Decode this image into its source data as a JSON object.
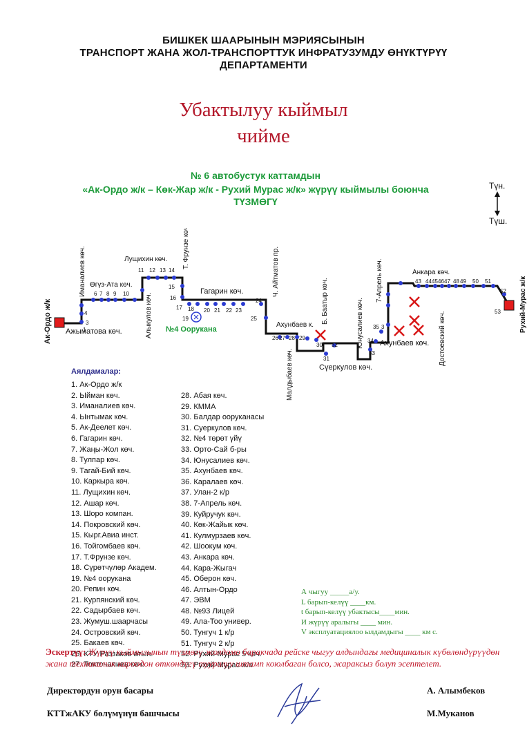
{
  "header": {
    "line1": "БИШКЕК ШААРЫНЫН  МЭРИЯСЫНЫН",
    "line2": "ТРАНСПОРТ ЖАНА ЖОЛ-ТРАНСПОРТТУК ИНФРАТУЗУМДУ ӨНҮКТҮРҮҮ",
    "line3": "ДЕПАРТАМЕНТИ"
  },
  "title": {
    "line1": "Убактылуу кыймыл",
    "line2": "чийме"
  },
  "subtitle": {
    "line1": "№ 6  автобустук каттамдын",
    "line2": "«Ак-Ордо ж/к – Көк-Жар ж/к - Рухий Мурас ж/к» жүрүү кыймылы боюнча",
    "line3": "ТҮЗМӨГҮ"
  },
  "compass": {
    "north": "Түн.",
    "south": "Түш."
  },
  "map": {
    "labels": {
      "ak_ordo": "Ак-Ордо ж/к",
      "ajymatova": "Ажыматова көч.",
      "imanaliev": "Иманалиев көч.",
      "oguz_ata": "Өгүз-Ата көч.",
      "alykulov": "Алыкулов көч.",
      "lushikhin": "Лущихин көч.",
      "frunze": "Т. Фрунзе көч.",
      "gagarin": "Гагарин көч.",
      "school4": "№4 Оорукана",
      "aitmatov": "Ч. Айтматов пр.",
      "akhunbaev1": "Ахунбаев к.",
      "baatyr": "Б. Баатыр көч.",
      "maldybaev": "Малдыбаев көч.",
      "syerkulov": "Сүеркулов көч.",
      "yunusaliev": "Юнусалиев көч.",
      "aprel7": "7-Апрель көч.",
      "akhunbaev2": "Ахунбаев көч.",
      "ankara": "Анкара көч.",
      "dostoevsky": "Достоевский көч.",
      "rukhiy": "Рухий-Мурас ж/к"
    }
  },
  "stops_header": "Аялдамалар:",
  "stops_col1": [
    "1. Ак-Ордо ж/к",
    "2. Ыйман көч.",
    "3. Иманалиев көч.",
    "4. Ынтымак көч.",
    "5. Ак-Деелет көч.",
    "6. Гагарин көч.",
    "7. Жаңы-Жол көч.",
    "8. Тулпар көч.",
    "9. Тагай-Бий көч.",
    "10. Каркыра көч.",
    "11. Лущихин көч.",
    "12. Ашар көч.",
    "13. Шоро компан.",
    "14. Покровский көч.",
    "15. Кырг.Авиа инст.",
    "16. Тойгомбаев көч.",
    "17. Т.Фрунзе көч.",
    "18. Сүрөтчүлөр Академ.",
    "19. №4 оорукана",
    "20. Репин көч.",
    "21. Курпянский көч.",
    "22. Садырбаев көч.",
    "23. Жумуш.шаарчасы",
    "24. Островский көч.",
    "25. Бакаев көч.",
    "26. КТУ Раззаков атын.",
    "27. Токтоналиев көч."
  ],
  "stops_col2": [
    "28. Абая көч.",
    "29. КММА",
    "30. Балдар ооруканасы",
    "31. Суеркулов көч.",
    "32. №4 төрөт үйү",
    "33. Орто-Сай б-ры",
    "34. Юнусалиев көч.",
    "35. Ахунбаев көч.",
    "36. Каралаев көч.",
    "37. Улан-2 к/р",
    "38. 7-Апрель көч.",
    "39. Куйручук көч.",
    "40. Көк-Жайык көч.",
    "41. Кулмурзаев көч.",
    "42. Шоокум көч.",
    "43. Анкара көч.",
    "44. Кара-Жыгач",
    "45. Оберон көч.",
    "46. Алтын-Ордо",
    "47. ЭВМ",
    "48. №93 Лицей",
    "49. Ала-Тоо универ.",
    "50. Тунгуч 1 к/р",
    "51. Тунгуч 2 к/р",
    "52. Рухий-Мурас 5 көч.",
    "53. Рухий-Мурас ж/к"
  ],
  "info_lines": [
    "А чыгуу    _____а/у.",
    "L барып-келүү  ____км.",
    "t барып-келүү убактысы____мин.",
    "И жүрүү аралыгы ____     мин.",
    "V эксплуатациялоо ылдамдыгы ____ км с."
  ],
  "note": {
    "label": "Эскертүү:",
    "text": " Жүрүү кыймылынын түзмөгү жолдомо баракчада рейске чыгуу алдындагы медициналык күбөлөндүрүүдөн жана техникалык кароодон өткөндүгү тууралуу штамп коюлбаган болсо, жараксыз болуп эсептелет."
  },
  "signatures": {
    "role1": "Директордун орун басары",
    "name1": "А. Алымбеков",
    "role2": "КТТжАКУ  бөлүмүнүн башчысы",
    "name2": "М.Муканов"
  }
}
